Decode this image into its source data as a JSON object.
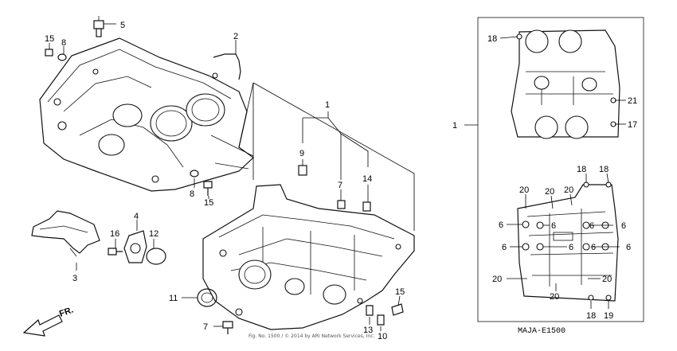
{
  "diagram": {
    "code": "MAJA-E1500",
    "copyright": "Fig. No. 1500 / © 2014 by ARI Network Services, Inc.",
    "direction_label": "FR.",
    "callouts": {
      "c1a": "1",
      "c1b": "1",
      "c2": "2",
      "c3": "3",
      "c4": "4",
      "c5": "5",
      "c6a": "6",
      "c6b": "6",
      "c6c": "6",
      "c6d": "6",
      "c6e": "6",
      "c6f": "6",
      "c6g": "6",
      "c6h": "6",
      "c7a": "7",
      "c7b": "7",
      "c8a": "8",
      "c8b": "8",
      "c9": "9",
      "c10": "10",
      "c11": "11",
      "c12": "12",
      "c13": "13",
      "c14": "14",
      "c15a": "15",
      "c15b": "15",
      "c15c": "15",
      "c16": "16",
      "c17": "17",
      "c18a": "18",
      "c18b": "18",
      "c18c": "18",
      "c18d": "18",
      "c19": "19",
      "c20a": "20",
      "c20b": "20",
      "c20c": "20",
      "c20d": "20",
      "c20e": "20",
      "c20f": "20",
      "c21": "21"
    }
  }
}
